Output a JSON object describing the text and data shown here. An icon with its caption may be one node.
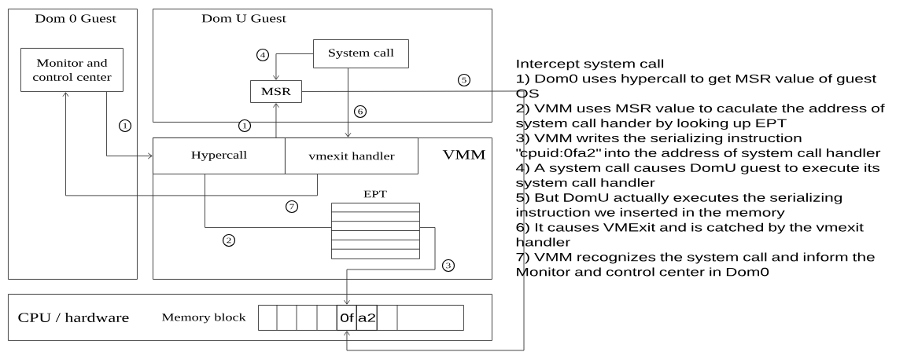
{
  "diagram": {
    "nodes": [
      {
        "text": [
          "Dom 0 Guest"
        ]
      },
      {
        "text": [
          "Monitor and control center"
        ],
        "in": 0
      },
      {
        "text": [
          "Dom U Guest"
        ]
      },
      {
        "text": [
          "System call"
        ],
        "in": 2
      },
      {
        "text": [
          "MSR"
        ],
        "in": 2
      },
      {
        "text": [
          "VMM"
        ]
      },
      {
        "text": [
          "Hypercall"
        ],
        "in": 5
      },
      {
        "text": [
          "vmexit handler"
        ],
        "in": 5
      },
      {
        "text": [
          "EPT"
        ],
        "in": 5
      },
      {
        "text": [
          "CPU / hardware"
        ]
      },
      {
        "text": [],
        "shape": "box",
        "in": 9,
        "beside": [
          "Memory block"
        ]
      },
      {
        "text": [
          "0f"
        ],
        "in": 10
      },
      {
        "text": [
          "a2"
        ],
        "in": 10
      }
    ],
    "edges": [
      {
        "from": 1,
        "to": 6,
        "arrow": "to",
        "label": "1"
      },
      {
        "from": 6,
        "to": 4,
        "arrow": "to",
        "label": "1"
      },
      {
        "from": 6,
        "to": 8,
        "arrow": "none",
        "label": "2"
      },
      {
        "from": 8,
        "to": 11,
        "arrow": "to",
        "label": "3"
      },
      {
        "from": 3,
        "to": 4,
        "arrow": "to",
        "label": "4"
      },
      {
        "from": 4,
        "to": 11,
        "arrow": "to",
        "label": "5"
      },
      {
        "from": 3,
        "to": 7,
        "arrow": "to",
        "label": "6"
      },
      {
        "from": 7,
        "to": 1,
        "arrow": "to",
        "label": "7"
      }
    ],
    "labels": [
      "Intercept system call",
      "1) Dom0 uses hypercall to get MSR value of guest OS",
      "2) VMM uses MSR value to caculate the address of system call hander by looking up EPT",
      "3) VMM writes the serializing instruction \"cpuid:0fa2\" into the address of system call handler",
      "4) A system call causes DomU guest to execute its system call handler",
      "5) But DomU actually executes the serializing instruction we inserted in the memory",
      "6) It causes VMExit and is catched by the vmexit handler",
      "7) VMM recognizes the system call and inform the Monitor and control center in Dom0"
    ]
  }
}
